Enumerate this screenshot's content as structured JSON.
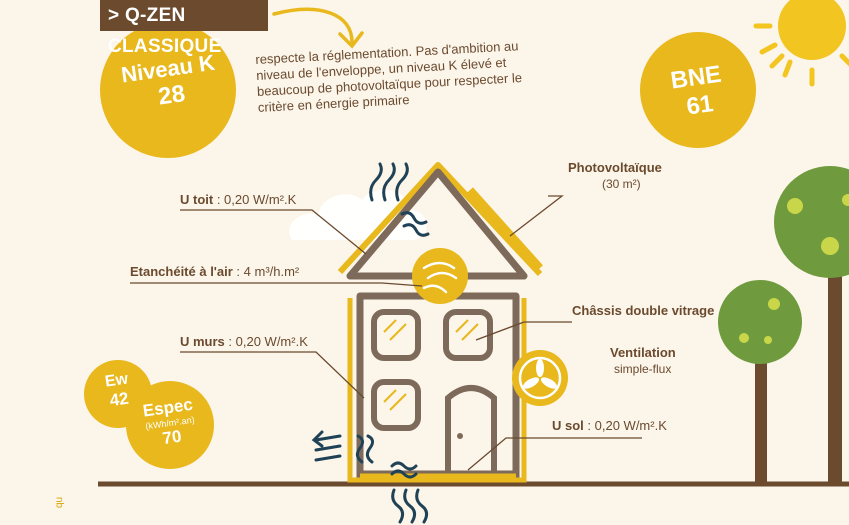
{
  "title": "> Q-ZEN CLASSIQUE",
  "description": "respecte la réglementation. Pas d'ambition au niveau de l'enveloppe, un niveau K élevé et beaucoup de photovoltaïque pour respecter le critère en énergie primaire",
  "niveau_k": {
    "label": "Niveau K",
    "value": "28"
  },
  "bne": {
    "label": "BNE",
    "value": "61"
  },
  "ew": {
    "label": "Ew",
    "value": "42"
  },
  "espec": {
    "label": "Espec",
    "unit": "(kWh/m².an)",
    "value": "70"
  },
  "labels": {
    "u_toit": {
      "name": "U toit",
      "value": " : 0,20 W/m².K"
    },
    "etancheite": {
      "name": "Etanchéité à l'air",
      "value": " : 4 m³/h.m²"
    },
    "u_murs": {
      "name": "U murs",
      "value": " : 0,20 W/m².K"
    },
    "u_sol": {
      "name": "U sol",
      "value": " : 0,20 W/m².K"
    },
    "photovoltaique": {
      "name": "Photovoltaïque",
      "sub": "(30 m²)"
    },
    "chassis": {
      "name": "Châssis double vitrage"
    },
    "ventilation": {
      "name": "Ventilation",
      "sub": "simple-flux"
    }
  },
  "side_text": "qu",
  "colors": {
    "yellow": "#e8b81c",
    "brown": "#6b4a2e",
    "gray_brown": "#7e6a5a",
    "navy": "#1f4256",
    "tree_green": "#6f9a3d"
  },
  "icons": [
    "arrow-icon",
    "sun-icon",
    "cloud-icon",
    "heat-loss-icon",
    "air-leak-icon",
    "fan-icon",
    "tree-icon"
  ]
}
